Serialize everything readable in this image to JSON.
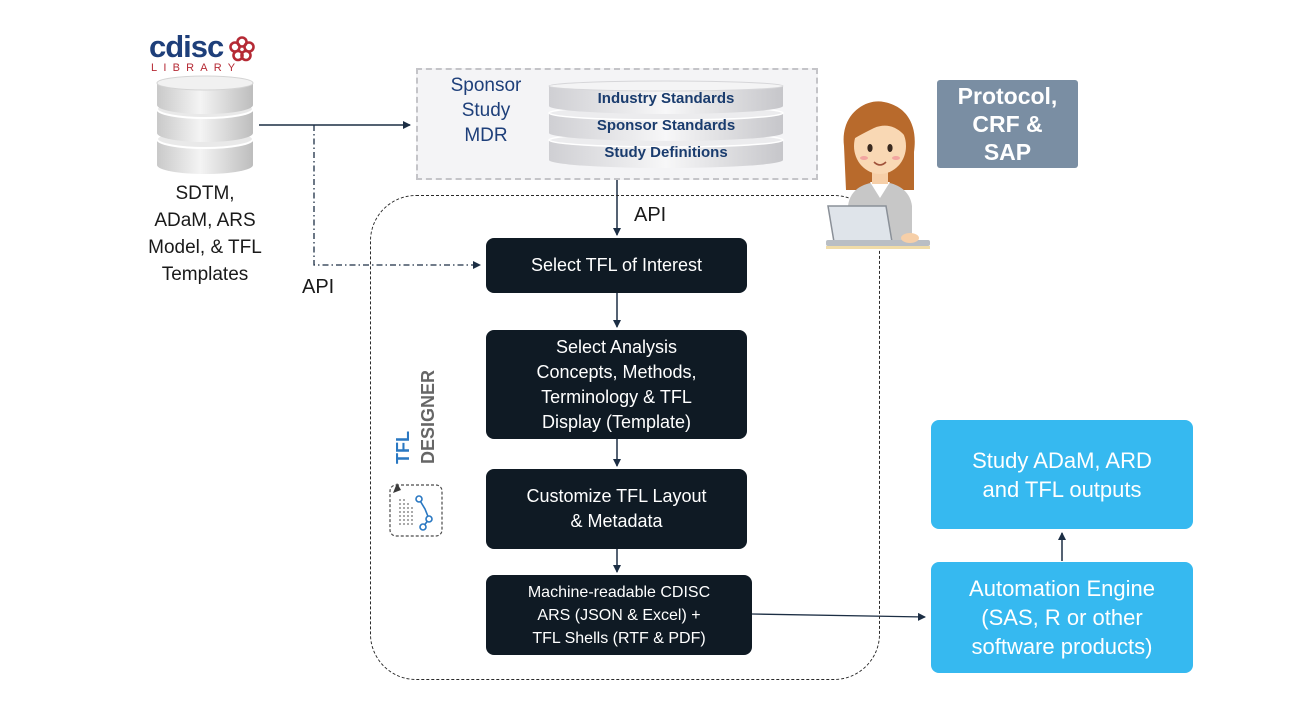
{
  "logo": {
    "word": "cdisc",
    "sub": "LIBRARY"
  },
  "source": {
    "lines": [
      "SDTM,",
      "ADaM, ARS",
      "Model, & TFL",
      "Templates"
    ]
  },
  "mdr": {
    "label_lines": [
      "Sponsor",
      "Study",
      "MDR"
    ],
    "tiers": [
      "Industry Standards",
      "Sponsor Standards",
      "Study Definitions"
    ]
  },
  "api_labels": {
    "top": "API",
    "left": "API"
  },
  "designer": {
    "title_line1": "TFL",
    "title_line2": "DESIGNER"
  },
  "steps": [
    {
      "lines": [
        "Select TFL of Interest"
      ]
    },
    {
      "lines": [
        "Select Analysis",
        "Concepts, Methods,",
        "Terminology & TFL",
        "Display (Template)"
      ]
    },
    {
      "lines": [
        "Customize TFL Layout",
        "& Metadata"
      ]
    },
    {
      "lines": [
        "Machine-readable CDISC",
        "ARS (JSON & Excel) +",
        "TFL Shells (RTF & PDF)"
      ]
    }
  ],
  "protocol": {
    "lines": [
      "Protocol,",
      "CRF &",
      "SAP"
    ]
  },
  "automation": {
    "lines": [
      "Automation Engine",
      "(SAS, R or other",
      "software products)"
    ]
  },
  "outputs": {
    "lines": [
      "Study ADaM, ARD",
      "and TFL outputs"
    ]
  },
  "colors": {
    "navy": "#1e3f7a",
    "step_bg": "#0f1a24",
    "blue_box": "#36b9f0",
    "protocol_bg": "#7a8ea3",
    "logo_red": "#b52a35",
    "tfl_blue": "#2a78c2",
    "tfl_gray": "#666666"
  },
  "icons": {
    "logo_mark": "cdisc-flower-icon",
    "database": "database-icon",
    "mdr_database": "stacked-database-icon",
    "tfl": "tfl-designer-icon",
    "person": "person-at-laptop-icon"
  }
}
